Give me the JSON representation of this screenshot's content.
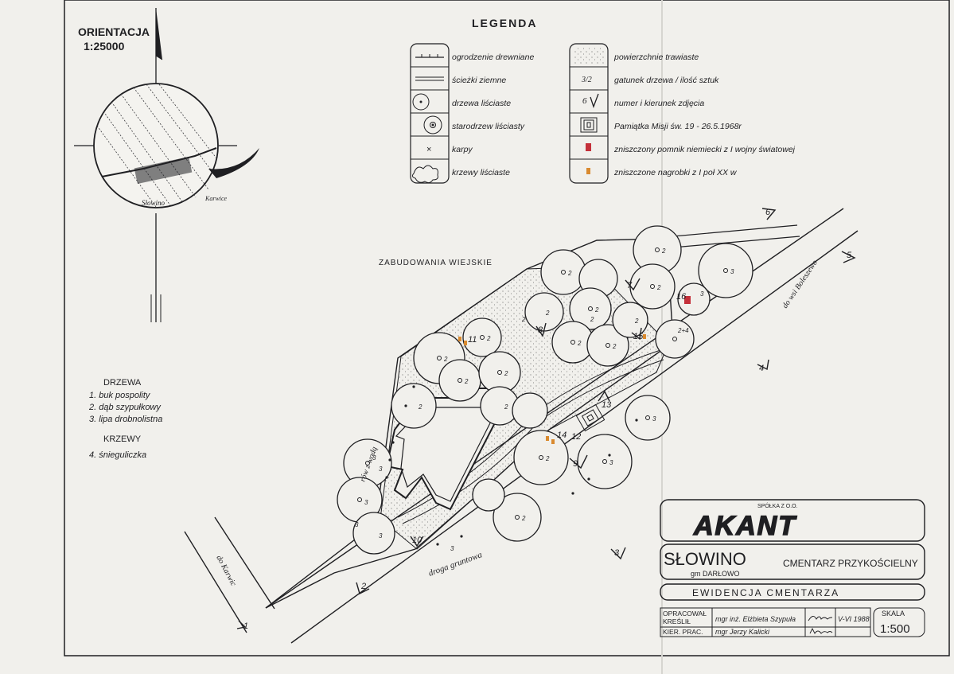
{
  "orientation": {
    "title": "ORIENTACJA",
    "scale": "1:25000",
    "village": "Słowino",
    "neighbor": "Karwice"
  },
  "legend": {
    "title": "LEGENDA",
    "left": [
      {
        "label": "ogrodzenie drewniane",
        "icon": "wooden-fence-symbol"
      },
      {
        "label": "ścieżki ziemne",
        "icon": "dirt-path-symbol"
      },
      {
        "label": "drzewa liściaste",
        "icon": "deciduous-tree-symbol"
      },
      {
        "label": "starodrzew liściasty",
        "icon": "old-tree-symbol"
      },
      {
        "label": "karpy",
        "icon": "stump-symbol"
      },
      {
        "label": "krzewy liściaste",
        "icon": "shrub-symbol"
      }
    ],
    "right": [
      {
        "label": "powierzchnie trawiaste",
        "icon": "grass-symbol"
      },
      {
        "label": "gatunek drzewa / ilość sztuk",
        "icon": "species-count-symbol",
        "symbol_text": "3/2"
      },
      {
        "label": "numer i kierunek zdjęcia",
        "icon": "photo-direction-symbol",
        "symbol_text": "6"
      },
      {
        "label": "Pamiątka Misji św. 19 - 26.5.1968r",
        "icon": "mission-memorial-symbol"
      },
      {
        "label": "zniszczony pomnik niemiecki z I wojny światowej",
        "icon": "german-monument-symbol",
        "color": "#c4303a"
      },
      {
        "label": "zniszczone nagrobki z I poł XX w",
        "icon": "graves-symbol",
        "color": "#d98a2f"
      }
    ]
  },
  "species": {
    "trees_title": "DRZEWA",
    "trees": [
      "1. buk pospolity",
      "2. dąb szypułkowy",
      "3. lipa drobnolistna"
    ],
    "shrubs_title": "KRZEWY",
    "shrubs": [
      "4. śnieguliczka"
    ]
  },
  "map": {
    "village_buildings": "ZABUDOWANIA WIEJSKIE",
    "road_boleszewo": "do wsi Boleszewo",
    "road_karwice": "do Karwic",
    "ditch": "rów z wodą",
    "dirt_road": "droga gruntowa",
    "photo_numbers": [
      "1",
      "2",
      "3",
      "4",
      "5",
      "6",
      "7",
      "8",
      "9",
      "10",
      "11",
      "12",
      "13",
      "14",
      "15",
      "16"
    ],
    "tree_labels": [
      "3",
      "3",
      "3",
      "3",
      "3",
      "2",
      "2",
      "2",
      "2",
      "2",
      "2",
      "2",
      "2",
      "2",
      "2",
      "2",
      "2",
      "2",
      "2",
      "2",
      "2",
      "2",
      "2+4",
      "3",
      "3",
      "3",
      "3",
      "3",
      "2"
    ]
  },
  "titleblock": {
    "company_tag": "SPÓŁKA Z O.O.",
    "company": "AKANT",
    "place": "SŁOWINO",
    "commune": "gm DARŁOWO",
    "site": "CMENTARZ PRZYKOŚCIELNY",
    "doc_title": "EWIDENCJA CMENTARZA",
    "role1": "OPRACOWAŁ",
    "role2": "KREŚLIŁ",
    "person1": "mgr inż. Elżbieta Szypuła",
    "role3": "KIER. PRAC.",
    "person2": "mgr Jerzy Kalicki",
    "date": "V-VI 1988",
    "scale_label": "SKALA",
    "scale": "1:500"
  }
}
